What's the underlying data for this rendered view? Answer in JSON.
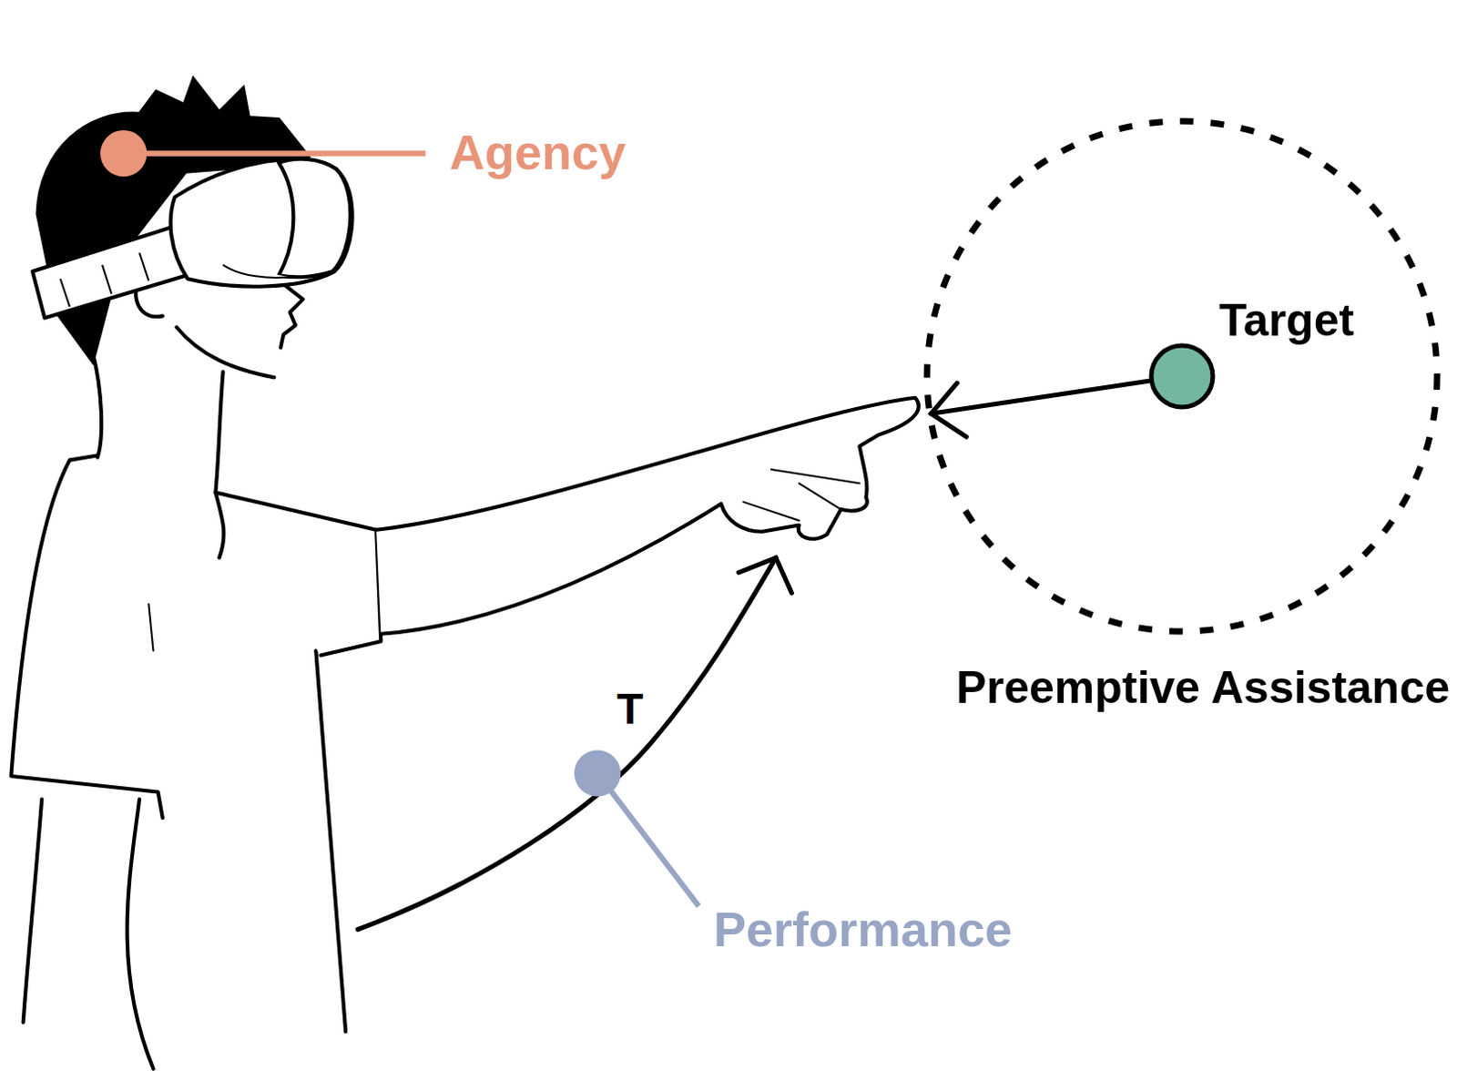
{
  "diagram": {
    "nodes": [
      {
        "text": [
          "Preemptive Assistance"
        ]
      },
      {
        "text": [
          "Target"
        ],
        "in": 0
      }
    ],
    "labels": [
      "Agency",
      "T",
      "Performance"
    ]
  }
}
